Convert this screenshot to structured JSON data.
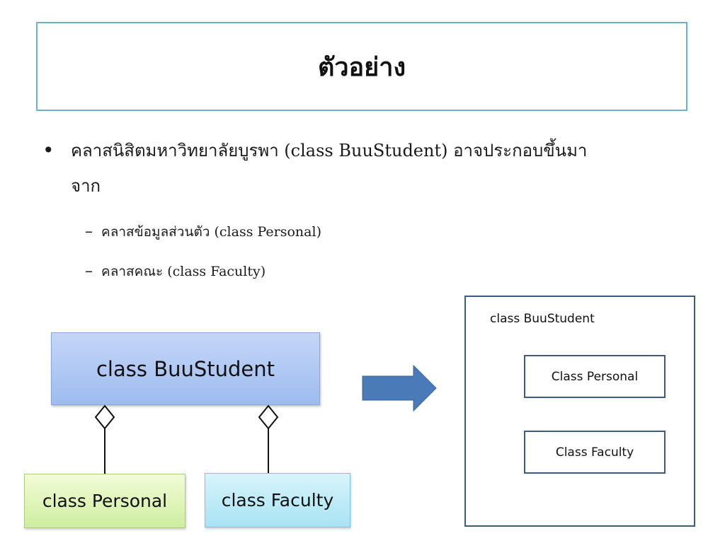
{
  "title": "ตัวอย่าง",
  "bullets": {
    "main_line1": "คลาสนิสิตมหาวิทยาลัยบูรพา (class BuuStudent) อาจประกอบขึ้นมา",
    "main_line2": "จาก",
    "sub": [
      "คลาสข้อมูลส่วนตัว (class Personal)",
      "คลาสคณะ (class Faculty)"
    ]
  },
  "uml": {
    "parent": "class BuuStudent",
    "child_personal": "class Personal",
    "child_faculty": "class Faculty"
  },
  "composition": {
    "outer": "class BuuStudent",
    "inner_personal": "Class Personal",
    "inner_faculty": "Class Faculty"
  },
  "colors": {
    "title_border": "#6fb2c8",
    "parent_fill": "#a9c3f2",
    "personal_fill": "#d9f2b0",
    "faculty_fill": "#b8e9f6",
    "arrow": "#4a7ab8",
    "outer_border": "#3d5a80"
  }
}
